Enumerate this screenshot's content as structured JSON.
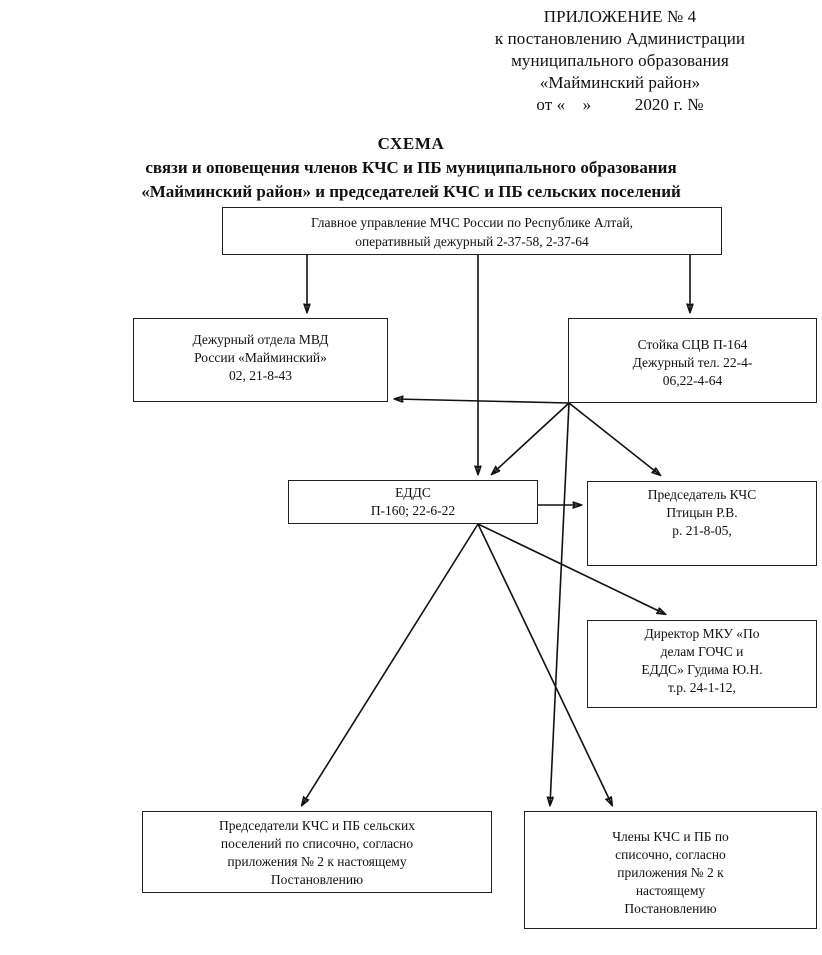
{
  "header": {
    "lines": [
      "ПРИЛОЖЕНИЕ № 4",
      "к постановлению Администрации",
      "муниципального образования",
      "«Майминский район»",
      "от «    »          2020 г. №"
    ]
  },
  "title": {
    "heading": "СХЕМА",
    "line1": "связи и оповещения членов КЧС и ПБ муниципального образования",
    "line2": "«Майминский район» и председателей КЧС и ПБ сельских поселений"
  },
  "nodes": {
    "mchs": {
      "text": "Главное управление МЧС России по Республике Алтай,\nоперативный дежурный 2-37-58, 2-37-64"
    },
    "mvd": {
      "text": "Дежурный отдела МВД\nРоссии «Майминский»\n02, 21-8-43"
    },
    "scv": {
      "text": "Стойка СЦВ П-164\nДежурный тел. 22-4-\n06,22-4-64"
    },
    "edds": {
      "text": "ЕДДС\nП-160; 22-6-22"
    },
    "pred": {
      "text": "Председатель КЧС\nПтицын Р.В.\nр. 21-8-05,"
    },
    "dir": {
      "text": "Директор МКУ «По\nделам ГОЧС и\nЕДДС» Гудима Ю.Н.\nт.р. 24-1-12,"
    },
    "selo": {
      "text": "Председатели КЧС и ПБ сельских\nпоселений по списочно, согласно\nприложения № 2 к настоящему\nПостановлению"
    },
    "chleny": {
      "text": "Члены КЧС и ПБ  по\nсписочно, согласно\nприложения № 2 к\nнастоящему\nПостановлению"
    }
  },
  "chart_data": {
    "type": "diagram",
    "title": "СХЕМА связи и оповещения членов КЧС и ПБ муниципального образования «Майминский район» и председателей КЧС и ПБ сельских поселений",
    "edges": [
      {
        "from": "mchs",
        "to": "mvd",
        "style": "elbow-down-left"
      },
      {
        "from": "mchs",
        "to": "edds",
        "style": "straight-down"
      },
      {
        "from": "mchs",
        "to": "scv",
        "style": "straight-down"
      },
      {
        "from": "scv",
        "to": "mvd",
        "style": "diagonal-up-left"
      },
      {
        "from": "scv",
        "to": "edds",
        "style": "diagonal-down-left"
      },
      {
        "from": "scv",
        "to": "pred",
        "style": "diagonal-down-right"
      },
      {
        "from": "scv",
        "to": "chleny",
        "style": "long-vertical-down"
      },
      {
        "from": "edds",
        "to": "pred",
        "style": "horizontal-right"
      },
      {
        "from": "edds",
        "to": "dir",
        "style": "diagonal-down-right"
      },
      {
        "from": "edds",
        "to": "selo",
        "style": "diagonal-down-left"
      },
      {
        "from": "edds",
        "to": "chleny",
        "style": "diagonal-down-right"
      }
    ],
    "node_count": 8,
    "edge_count": 11
  },
  "colors": {
    "line": "#111111",
    "box_border": "#222222",
    "background": "#ffffff"
  }
}
